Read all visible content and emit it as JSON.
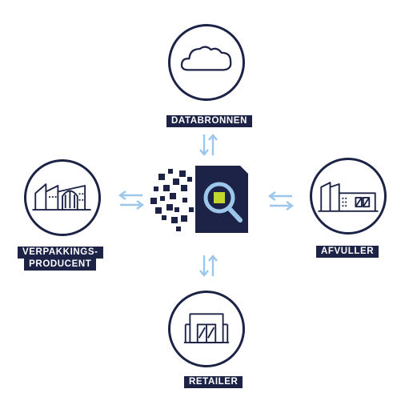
{
  "nodes": {
    "top": {
      "label": "DATABRONNEN",
      "icon": "cloud-icon"
    },
    "left": {
      "label_line1": "VERPAKKINGS-",
      "label_line2": "PRODUCENT",
      "icon": "factory-icon"
    },
    "right": {
      "label": "AFVULLER",
      "icon": "warehouse-icon"
    },
    "bottom": {
      "label": "RETAILER",
      "icon": "store-icon"
    }
  },
  "center": {
    "icon": "digital-search-chip-icon"
  },
  "colors": {
    "navy": "#1c2346",
    "arrow_blue": "#9cc6ea",
    "chip_accent": "#c3d62e",
    "search_ring": "#9cc6ea"
  }
}
